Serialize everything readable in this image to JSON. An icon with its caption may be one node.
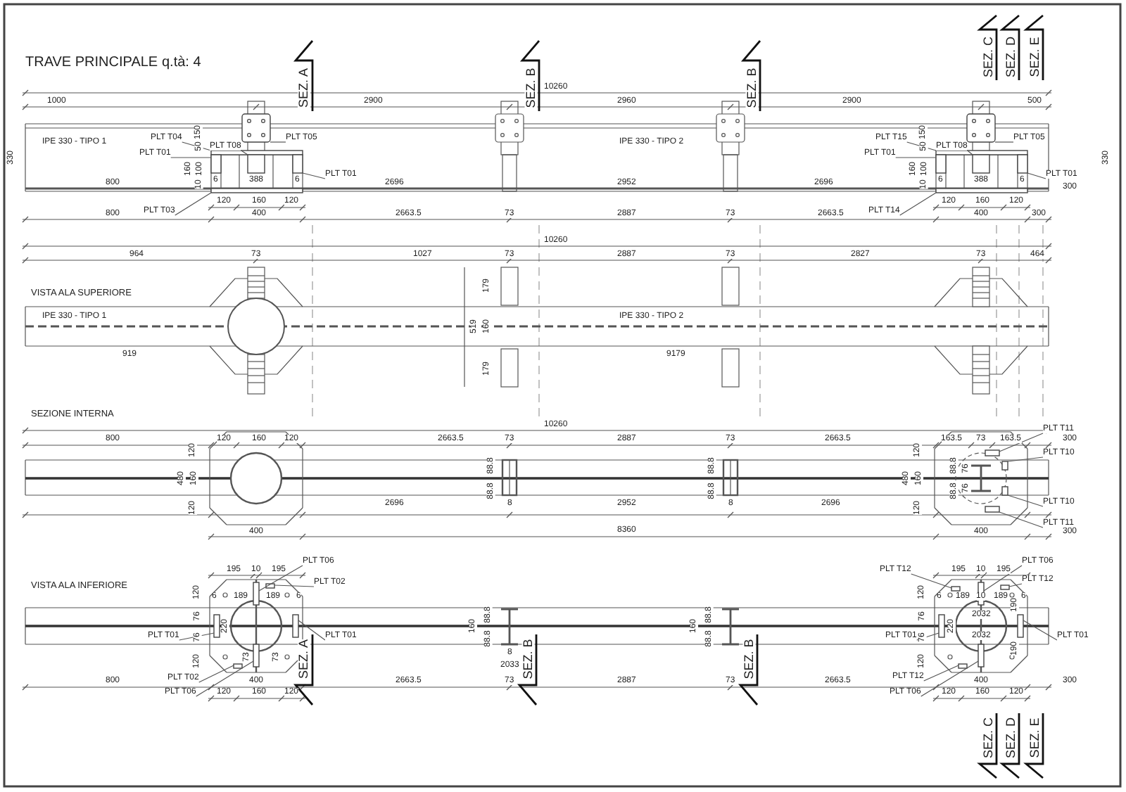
{
  "diagram": {
    "title": "TRAVE PRINCIPALE",
    "nodes": [
      {
        "text": [
          "PLT T04"
        ]
      },
      {
        "text": [
          "PLT T08"
        ]
      },
      {
        "text": [
          "PLT T05"
        ]
      },
      {
        "text": [
          "PLT T01"
        ]
      },
      {
        "text": [
          "PLT T01"
        ]
      },
      {
        "text": [
          "PLT T03"
        ]
      },
      {
        "text": [
          "PLT T15"
        ]
      },
      {
        "text": [
          "PLT T08"
        ]
      },
      {
        "text": [
          "PLT T05"
        ]
      },
      {
        "text": [
          "PLT T01"
        ]
      },
      {
        "text": [
          "PLT T01"
        ]
      },
      {
        "text": [
          "PLT T14"
        ]
      },
      {
        "text": [
          "PLT T11"
        ]
      },
      {
        "text": [
          "PLT T10"
        ]
      },
      {
        "text": [
          "PLT T10"
        ]
      },
      {
        "text": [
          "PLT T11"
        ]
      },
      {
        "text": [
          "PLT T06"
        ]
      },
      {
        "text": [
          "PLT T02"
        ]
      },
      {
        "text": [
          "PLT T01"
        ]
      },
      {
        "text": [
          "PLT T01"
        ]
      },
      {
        "text": [
          "PLT T02"
        ]
      },
      {
        "text": [
          "PLT T06"
        ]
      },
      {
        "text": [
          "PLT T12"
        ]
      },
      {
        "text": [
          "PLT T06"
        ]
      },
      {
        "text": [
          "PLT T12"
        ]
      },
      {
        "text": [
          "PLT T01"
        ]
      },
      {
        "text": [
          "PLT T01"
        ]
      },
      {
        "text": [
          "PLT T12"
        ]
      },
      {
        "text": [
          "PLT T06"
        ]
      },
      {
        "text": [],
        "shape": "bar"
      },
      {
        "text": [],
        "shape": "bar"
      },
      {
        "text": [],
        "shape": "box"
      },
      {
        "text": [],
        "shape": "bar"
      },
      {
        "text": [],
        "shape": "bar"
      },
      {
        "text": [],
        "shape": "bar"
      },
      {
        "text": [],
        "shape": "bar"
      },
      {
        "text": [],
        "shape": "bar"
      },
      {
        "text": [],
        "shape": "box"
      },
      {
        "text": [],
        "shape": "bar"
      },
      {
        "text": [],
        "shape": "bar"
      },
      {
        "text": [],
        "shape": "bar"
      },
      {
        "text": [],
        "shape": "bar"
      },
      {
        "text": [],
        "shape": "bar"
      },
      {
        "text": [],
        "shape": "bar"
      },
      {
        "text": [],
        "shape": "bar"
      },
      {
        "text": [],
        "shape": "bar"
      },
      {
        "text": [],
        "shape": "bar"
      },
      {
        "text": [],
        "shape": "bar"
      },
      {
        "text": [],
        "shape": "bar"
      },
      {
        "text": [],
        "shape": "bar"
      },
      {
        "text": [],
        "shape": "bar"
      },
      {
        "text": [],
        "shape": "bar"
      },
      {
        "text": [],
        "shape": "bar"
      },
      {
        "text": [],
        "shape": "bar"
      },
      {
        "text": [],
        "shape": "bar"
      },
      {
        "text": [],
        "shape": "bar"
      },
      {
        "text": [],
        "shape": "bar"
      },
      {
        "text": [],
        "shape": "bar"
      }
    ],
    "edges": [
      {
        "from": 0,
        "to": 29,
        "arrow": "none"
      },
      {
        "from": 1,
        "to": 30,
        "arrow": "none"
      },
      {
        "from": 2,
        "to": 31,
        "arrow": "none"
      },
      {
        "from": 3,
        "to": 32,
        "arrow": "none"
      },
      {
        "from": 4,
        "to": 33,
        "arrow": "none"
      },
      {
        "from": 5,
        "to": 34,
        "arrow": "none"
      },
      {
        "from": 6,
        "to": 35,
        "arrow": "none"
      },
      {
        "from": 7,
        "to": 36,
        "arrow": "none"
      },
      {
        "from": 8,
        "to": 37,
        "arrow": "none"
      },
      {
        "from": 9,
        "to": 38,
        "arrow": "none"
      },
      {
        "from": 10,
        "to": 39,
        "arrow": "none"
      },
      {
        "from": 11,
        "to": 40,
        "arrow": "none"
      },
      {
        "from": 12,
        "to": 41,
        "arrow": "none"
      },
      {
        "from": 13,
        "to": 42,
        "arrow": "none"
      },
      {
        "from": 14,
        "to": 43,
        "arrow": "none"
      },
      {
        "from": 15,
        "to": 44,
        "arrow": "none"
      },
      {
        "from": 16,
        "to": 45,
        "arrow": "none"
      },
      {
        "from": 17,
        "to": 46,
        "arrow": "none"
      },
      {
        "from": 18,
        "to": 47,
        "arrow": "none"
      },
      {
        "from": 19,
        "to": 48,
        "arrow": "none"
      },
      {
        "from": 20,
        "to": 49,
        "arrow": "none"
      },
      {
        "from": 21,
        "to": 50,
        "arrow": "none"
      },
      {
        "from": 22,
        "to": 51,
        "arrow": "none"
      },
      {
        "from": 23,
        "to": 52,
        "arrow": "none"
      },
      {
        "from": 24,
        "to": 53,
        "arrow": "none"
      },
      {
        "from": 25,
        "to": 54,
        "arrow": "none"
      },
      {
        "from": 26,
        "to": 55,
        "arrow": "none"
      },
      {
        "from": 27,
        "to": 56,
        "arrow": "none"
      },
      {
        "from": 28,
        "to": 57,
        "arrow": "none"
      }
    ],
    "labels": [
      "q.tà: 4",
      "SEZ. A",
      "SEZ. B",
      "SEZ. B",
      "SEZ. C",
      "SEZ. D",
      "SEZ. E",
      "10260",
      "1000",
      "2900",
      "2960",
      "2900",
      "500",
      "330",
      "330",
      "IPE 330 - TIPO 1",
      "IPE 330 - TIPO 2",
      "150",
      "50",
      "160",
      "100",
      "800",
      "10",
      "6",
      "388",
      "6",
      "2696",
      "2952",
      "2696",
      "150",
      "50",
      "160",
      "100",
      "10",
      "6",
      "388",
      "6",
      "300",
      "120",
      "160",
      "120",
      "120",
      "160",
      "120",
      "800",
      "400",
      "2663.5",
      "73",
      "2887",
      "73",
      "2663.5",
      "400",
      "300",
      "10260",
      "964",
      "73",
      "1027",
      "73",
      "2887",
      "73",
      "2827",
      "73",
      "464",
      "VISTA ALA SUPERIORE",
      "IPE 330 - TIPO 1",
      "179",
      "519",
      "160",
      "IPE 330 - TIPO 2",
      "919",
      "9179",
      "179",
      "SEZIONE INTERNA",
      "10260",
      "800",
      "120",
      "160",
      "120",
      "2663.5",
      "73",
      "2887",
      "73",
      "2663.5",
      "163.5",
      "73",
      "163.5",
      "300",
      "120",
      "480",
      "160",
      "120",
      "88.8",
      "88.8",
      "88.8",
      "88.8",
      "120",
      "480",
      "160",
      "120",
      "88.8",
      "88.8",
      "76",
      "76",
      "2696",
      "8",
      "2952",
      "8",
      "2696",
      "400",
      "8360",
      "400",
      "300",
      "195",
      "10",
      "195",
      "195",
      "10",
      "195",
      "VISTA ALA INFERIORE",
      "120",
      "6",
      "189",
      "189",
      "6",
      "120",
      "6",
      "189",
      "10",
      "189",
      "6",
      "76",
      "220",
      "76",
      "160",
      "88.8",
      "88.8",
      "160",
      "88.8",
      "88.8",
      "76",
      "2032",
      "220",
      "190",
      "190",
      "2032",
      "76",
      "120",
      "73",
      "73",
      "120",
      "8",
      "2033",
      "SEZ. A",
      "SEZ. B",
      "SEZ. B",
      "800",
      "400",
      "2663.5",
      "73",
      "2887",
      "73",
      "2663.5",
      "400",
      "300",
      "120",
      "160",
      "120",
      "120",
      "160",
      "120",
      "SEZ. C",
      "SEZ. D",
      "SEZ. E"
    ]
  }
}
